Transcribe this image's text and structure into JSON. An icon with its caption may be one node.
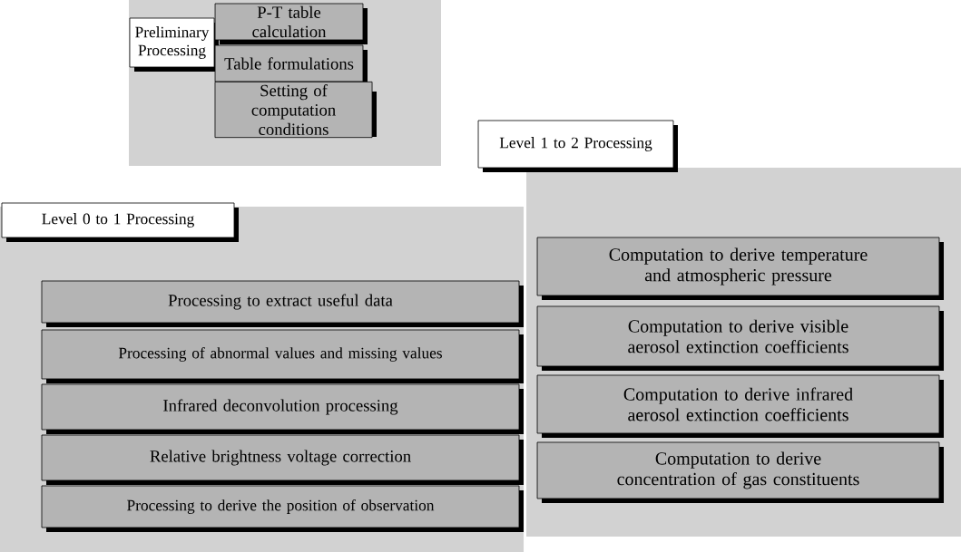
{
  "diagram": {
    "nodes": [
      {
        "text": [
          "Preliminary Processing"
        ]
      },
      {
        "text": [
          "P-T table calculation"
        ],
        "in": 0
      },
      {
        "text": [
          "Table formulations"
        ],
        "in": 0
      },
      {
        "text": [
          "Setting of computation conditions"
        ],
        "in": 0
      },
      {
        "text": [
          "Level 0 to 1 Processing"
        ]
      },
      {
        "text": [
          "Processing to extract useful data"
        ],
        "in": 4
      },
      {
        "text": [
          "Processing of abnormal values and missing values"
        ],
        "in": 4
      },
      {
        "text": [
          "Infrared deconvolution processing"
        ],
        "in": 4
      },
      {
        "text": [
          "Relative brightness voltage correction"
        ],
        "in": 4
      },
      {
        "text": [
          "Processing to derive the position of observation"
        ],
        "in": 4
      },
      {
        "text": [
          "Level 1 to 2 Processing"
        ]
      },
      {
        "text": [
          "Computation to derive temperature and atmospheric pressure"
        ],
        "in": 10
      },
      {
        "text": [
          "Computation to derive visible aerosol extinction coefficients"
        ],
        "in": 10
      },
      {
        "text": [
          "Computation to derive infrared aerosol extinction coefficients"
        ],
        "in": 10
      },
      {
        "text": [
          "Computation to derive concentration of gas constituents"
        ],
        "in": 10
      }
    ]
  }
}
